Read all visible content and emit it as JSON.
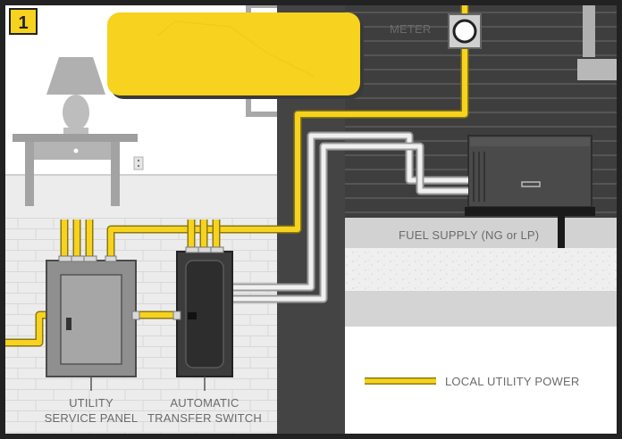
{
  "step_badge": "1",
  "labels": {
    "meter": "METER",
    "fuel_supply": "FUEL SUPPLY (NG or LP)",
    "utility_panel_line1": "UTILITY",
    "utility_panel_line2": "SERVICE PANEL",
    "ats_line1": "AUTOMATIC",
    "ats_line2": "TRANSFER SWITCH"
  },
  "legend": {
    "utility_power": "LOCAL UTILITY POWER"
  },
  "colors": {
    "utility_power": "#f7d21e",
    "generator_power": "#e8e8e8",
    "wall": "#444444",
    "siding": "#3e3e3e",
    "brick": "#ececec",
    "floor": "#d4d4d4",
    "equipment": "#4a4a4a"
  }
}
